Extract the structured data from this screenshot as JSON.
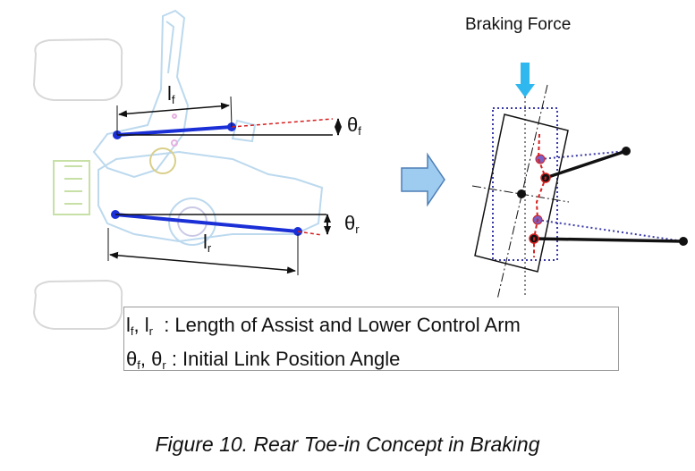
{
  "braking_force_label": "Braking Force",
  "lf": {
    "base": "l",
    "sub": "f"
  },
  "lr": {
    "base": "l",
    "sub": "r"
  },
  "theta_f": {
    "base": "θ",
    "sub": "f"
  },
  "theta_r": {
    "base": "θ",
    "sub": "r"
  },
  "legend": {
    "row1": {
      "a": "l",
      "a_sub": "f",
      "sep": ", ",
      "b": "l",
      "b_sub": "r",
      "text": "  : Length of Assist and Lower Control Arm"
    },
    "row2": {
      "a": "θ",
      "a_sub": "f",
      "sep": ", ",
      "b": "θ",
      "b_sub": "r",
      "text": " : Initial Link Position Angle"
    }
  },
  "caption": "Figure 10. Rear Toe-in Concept in Braking",
  "colors": {
    "link_blue": "#1a2fd6",
    "dashed_red": "#d62020",
    "arrow_light_blue": "#9ecbf0",
    "force_cyan": "#2fb7ef",
    "dotted_purple": "#3b3ba8",
    "part_outline": "#b8d8f0"
  }
}
